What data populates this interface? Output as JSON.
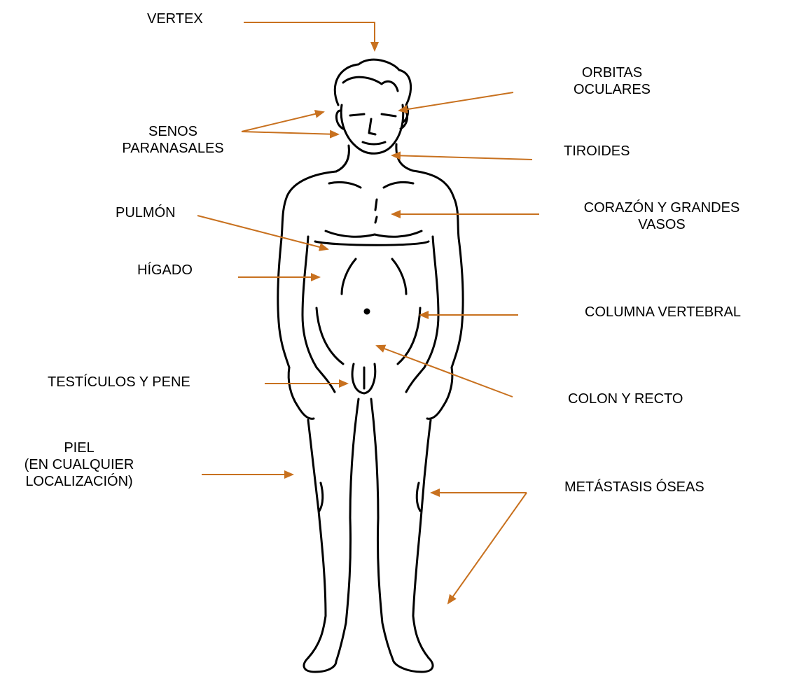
{
  "accent_color": "#C8711F",
  "labels": {
    "vertex": [
      "VERTEX"
    ],
    "orbitas": [
      "ORBITAS",
      "OCULARES"
    ],
    "senos": [
      "SENOS",
      "PARANASALES"
    ],
    "tiroides": [
      "TIROIDES"
    ],
    "pulmon": [
      "PULMÓN"
    ],
    "corazon": [
      "CORAZÓN Y GRANDES",
      "VASOS"
    ],
    "higado": [
      "HÍGADO"
    ],
    "columna": [
      "COLUMNA VERTEBRAL"
    ],
    "testiculos": [
      "TESTÍCULOS Y PENE"
    ],
    "colon": [
      "COLON Y RECTO"
    ],
    "piel": [
      "PIEL",
      "(EN CUALQUIER",
      "LOCALIZACIÓN)"
    ],
    "metastasis": [
      "METÁSTASIS ÓSEAS"
    ]
  }
}
